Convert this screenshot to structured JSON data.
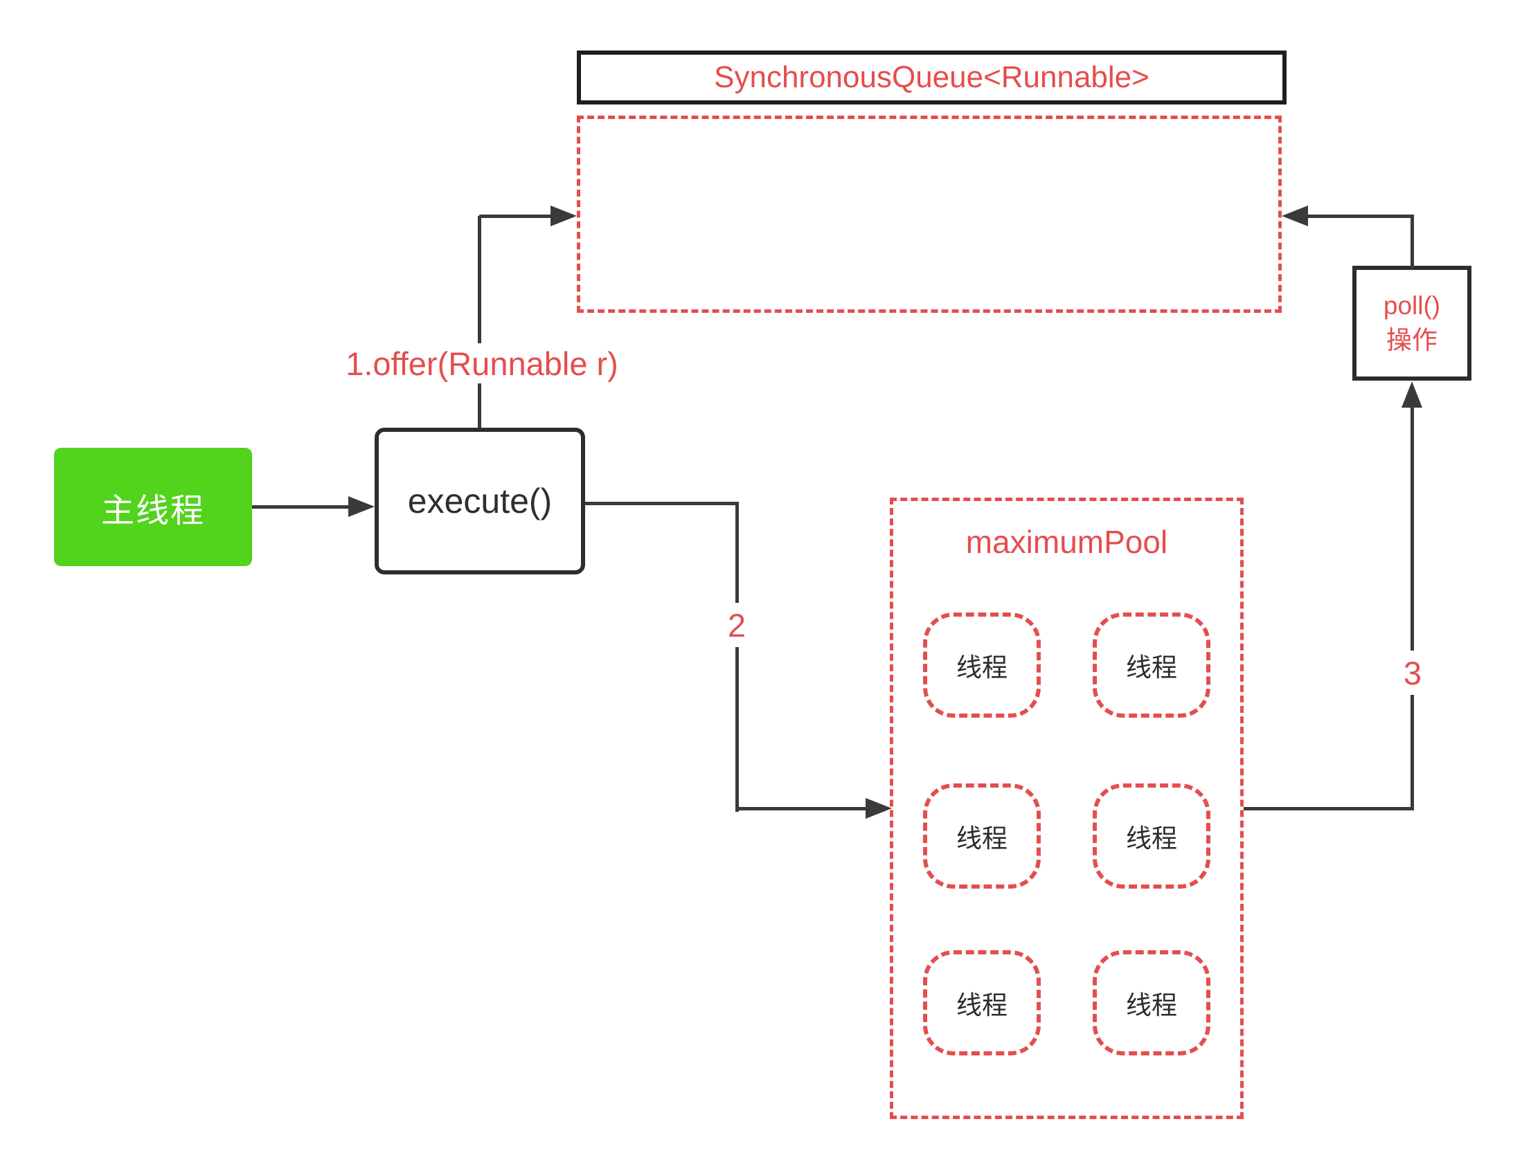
{
  "colors": {
    "red": "#e44e4e",
    "green": "#52d31c",
    "line": "#3a3a3a",
    "ink": "#2d2d2d"
  },
  "queue": {
    "title": "SynchronousQueue<Runnable>"
  },
  "main_thread": {
    "label": "主线程"
  },
  "execute_box": {
    "label": "execute()"
  },
  "poll_box": {
    "line1": "poll()",
    "line2": "操作"
  },
  "maximum_pool": {
    "title": "maximumPool",
    "threads": [
      "线程",
      "线程",
      "线程",
      "线程",
      "线程",
      "线程"
    ]
  },
  "edges": {
    "offer_label": "1.offer(Runnable r)",
    "step2_label": "2",
    "step3_label": "3"
  }
}
